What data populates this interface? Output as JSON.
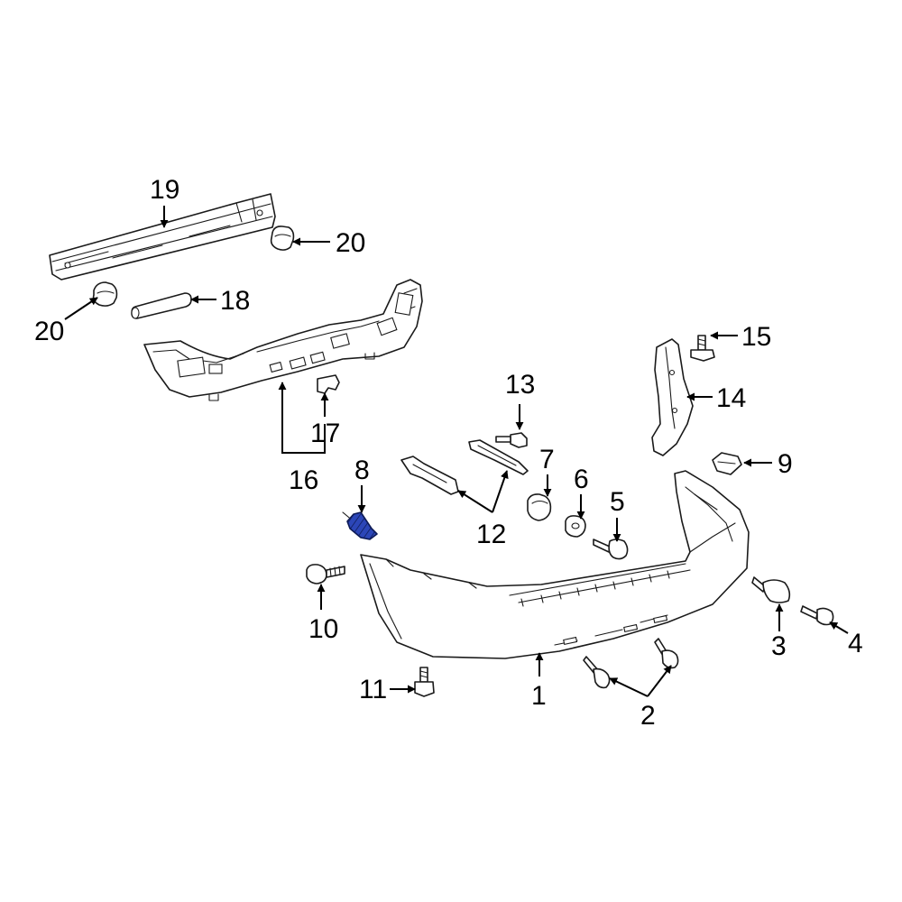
{
  "colors": {
    "line": "#1a1a1a",
    "leader": "#000000",
    "background": "#ffffff",
    "highlight": "#2c46b8"
  },
  "callouts": [
    {
      "id": "1",
      "label": "1"
    },
    {
      "id": "2",
      "label": "2"
    },
    {
      "id": "3",
      "label": "3"
    },
    {
      "id": "4",
      "label": "4"
    },
    {
      "id": "5",
      "label": "5"
    },
    {
      "id": "6",
      "label": "6"
    },
    {
      "id": "7",
      "label": "7"
    },
    {
      "id": "8",
      "label": "8",
      "highlighted": true
    },
    {
      "id": "9",
      "label": "9"
    },
    {
      "id": "10",
      "label": "10"
    },
    {
      "id": "11",
      "label": "11"
    },
    {
      "id": "12",
      "label": "12"
    },
    {
      "id": "13",
      "label": "13"
    },
    {
      "id": "14",
      "label": "14"
    },
    {
      "id": "15",
      "label": "15"
    },
    {
      "id": "16",
      "label": "16"
    },
    {
      "id": "17",
      "label": "17"
    },
    {
      "id": "18",
      "label": "18"
    },
    {
      "id": "19",
      "label": "19"
    },
    {
      "id": "20a",
      "label": "20"
    },
    {
      "id": "20b",
      "label": "20"
    }
  ]
}
